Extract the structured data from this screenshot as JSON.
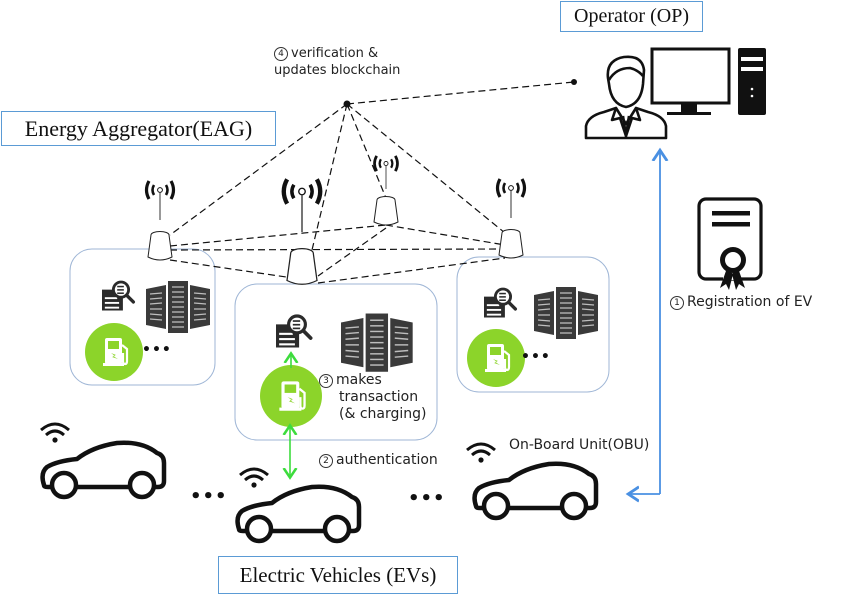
{
  "diagram": {
    "title_labels": {
      "operator": "Operator (OP)",
      "aggregator": "Energy Aggregator(EAG)",
      "vehicles": "Electric Vehicles (EVs)"
    },
    "steps": [
      {
        "number": "1",
        "text": "Registration of EV"
      },
      {
        "number": "2",
        "text": "authentication"
      },
      {
        "number": "3",
        "line1": "makes",
        "line2": "transaction",
        "line3": "(& charging)"
      },
      {
        "number": "4",
        "line1": "verification &",
        "line2": "updates blockchain"
      }
    ],
    "obu_label": "On-Board Unit(OBU)",
    "ellipsis": "•••",
    "colors": {
      "label_border": "#5b9bd5",
      "registration_arrow": "#4a90e2",
      "auth_arrow": "#3ddc3d",
      "charger_green": "#8cd42a",
      "icon_dark": "#2b2b2b",
      "eag_box_border": "#9fb6d6"
    },
    "nodes": {
      "eag_count": 3,
      "relay_antennas": 1,
      "vehicles": 3
    }
  }
}
